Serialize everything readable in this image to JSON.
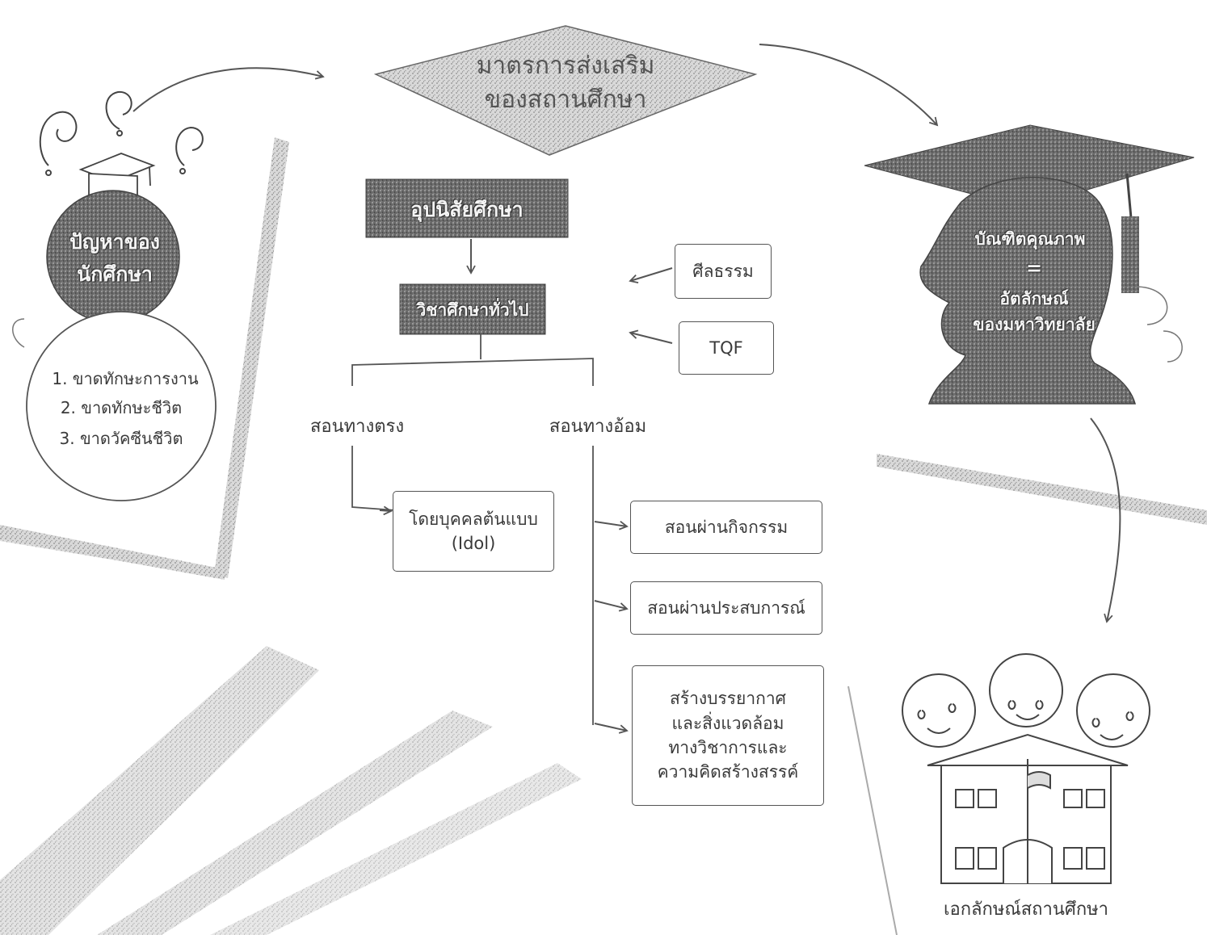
{
  "title": {
    "line1": "มาตรการส่งเสริม",
    "line2": "ของสถานศึกษา"
  },
  "problem": {
    "heading_line1": "ปัญหาของ",
    "heading_line2": "นักศึกษา",
    "items": [
      "1. ขาดทักษะการงาน",
      "2. ขาดทักษะชีวิต",
      "3. ขาดวัคซีนชีวิต"
    ]
  },
  "flow": {
    "step1": "อุปนิสัยศึกษา",
    "step2": "วิชาศึกษาทั่วไป",
    "inputs": [
      "ศีลธรรม",
      "TQF"
    ],
    "branch_direct": "สอนทางตรง",
    "branch_indirect": "สอนทางอ้อม",
    "direct_item": {
      "line1": "โดยบุคคลต้นแบบ",
      "line2": "(Idol)"
    },
    "indirect_items": [
      "สอนผ่านกิจกรรม",
      "สอนผ่านประสบการณ์"
    ],
    "indirect_last": [
      "สร้างบรรยากาศ",
      "และสิ่งแวดล้อม",
      "ทางวิชาการและ",
      "ความคิดสร้างสรรค์"
    ]
  },
  "graduate": {
    "line1": "บัณฑิตคุณภาพ",
    "line2": "=",
    "line3": "อัตลักษณ์",
    "line4": "ของมหาวิทยาลัย"
  },
  "school_caption": "เอกลักษณ์สถานศึกษา"
}
